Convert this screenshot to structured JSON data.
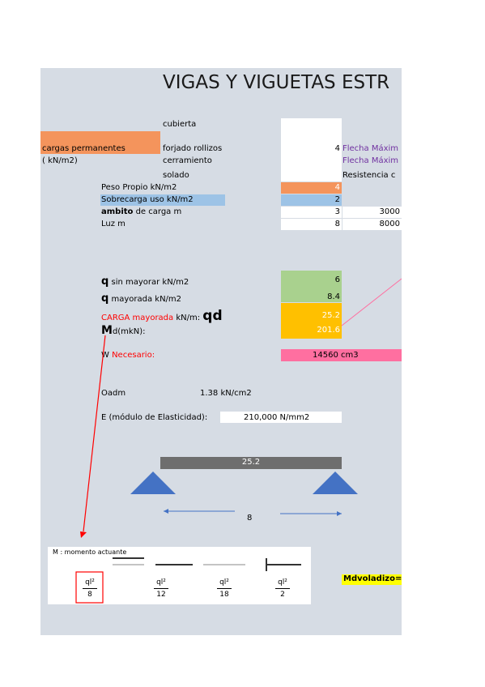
{
  "title": "VIGAS Y VIGUETAS ESTR",
  "cargas": {
    "label": "cargas permanentes",
    "unit": "( kN/m2)",
    "items": [
      "cubierta",
      "forjado rollizos",
      "cerramiento",
      "solado"
    ],
    "forjado_value": "4"
  },
  "right_notes": {
    "flecha1": "Flecha Máxim",
    "flecha2": "Flecha Máxim",
    "resistencia": "Resistencia c"
  },
  "rows": {
    "peso_propio": {
      "label": "Peso Propio kN/m2",
      "value": "4"
    },
    "sobrecarga": {
      "label": "Sobrecarga uso  kN/m2",
      "value": "2"
    },
    "ambito": {
      "bold": "ambito",
      "rest": " de carga m",
      "value": "3",
      "extra": "3000"
    },
    "luz": {
      "label": "Luz  m",
      "value": "8",
      "extra": "8000"
    }
  },
  "q": {
    "sin": {
      "sym": "q",
      "label": " sin mayorar kN/m2",
      "value": "6"
    },
    "may": {
      "sym": "q",
      "label": "  mayorada kN/m2",
      "value": "8.4"
    },
    "carga": {
      "red": "CARGA mayorada",
      "unit": " kN/m: ",
      "sym": "qd",
      "value": "25.2"
    },
    "md": {
      "sym": "M",
      "label": "d(mkN):",
      "value": "201.6"
    }
  },
  "w": {
    "label": "W  ",
    "red": "Necesario:",
    "value": "14560",
    "unit": "cm3"
  },
  "oadm": {
    "label": "Oadm",
    "value": "1.38",
    "unit": "kN/cm2"
  },
  "e": {
    "label": "E (módulo de Elasticidad):",
    "value": "210,000",
    "unit": "N/mm2"
  },
  "beam": {
    "load": "25.2",
    "span": "8"
  },
  "inset": {
    "header": "M   : momento actuante",
    "fractions": [
      {
        "num": "ql²",
        "den": "8"
      },
      {
        "num": "ql²",
        "den": "12"
      },
      {
        "num": "ql²",
        "den": "18"
      },
      {
        "num": "ql²",
        "den": "2"
      }
    ]
  },
  "mdvoladizo": "Mdvoladizo=",
  "colors": {
    "sheet": "#d6dce4",
    "orange": "#f4945c",
    "blue": "#9dc3e6",
    "green": "#a9d18e",
    "gold": "#ffc000",
    "pink": "#ff6fa0",
    "yellow": "#ffff00",
    "triangle": "#4472c4",
    "beam": "#6e6e6e"
  }
}
